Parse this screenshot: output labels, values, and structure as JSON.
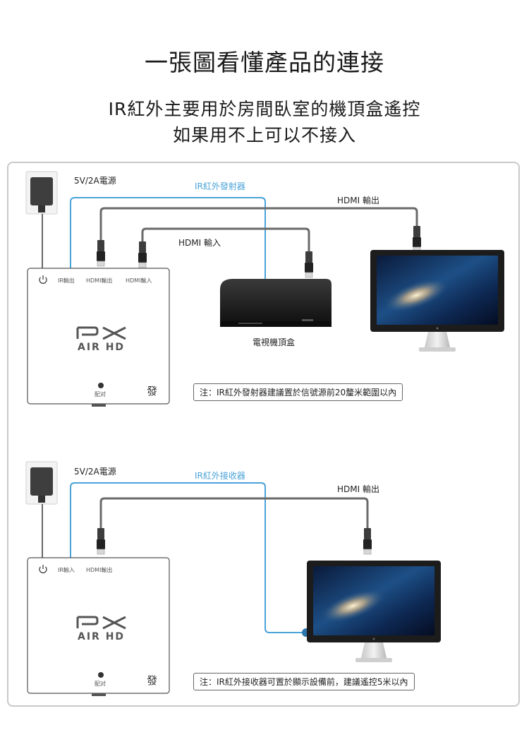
{
  "header": {
    "title": "一張圖看懂產品的連接",
    "subtitle_line1": "IR紅外主要用於房間臥室的機頂盒遙控",
    "subtitle_line2": "如果用不上可以不接入"
  },
  "transmitter": {
    "power_label": "5V/2A電源",
    "ir_label": "IR紅外發射器",
    "hdmi_out_label": "HDMI 輸出",
    "hdmi_in_label": "HDMI 輸入",
    "ports": [
      "IR輸出",
      "HDMI輸出",
      "HDMI輸入"
    ],
    "brand": "AIR HD",
    "pair_label": "配对",
    "unit_label": "發",
    "settop_label": "電視機頂盒",
    "note": "注：IR紅外發射器建議置於信號源前20釐米範圍以內"
  },
  "receiver": {
    "power_label": "5V/2A電源",
    "ir_label": "IR紅外接收器",
    "hdmi_out_label": "HDMI 輸出",
    "ports": [
      "IR輸入",
      "HDMI輸出"
    ],
    "brand": "AIR HD",
    "pair_label": "配对",
    "unit_label": "發",
    "note": "注：IR紅外接收器可置於顯示設備前，建議遙控5米以內"
  },
  "colors": {
    "ir_cable": "#4aa3d8",
    "hdmi_cable": "#6a6a6a",
    "device_body": "#ffffff",
    "monitor_frame": "#1c1c1c"
  },
  "icons": [
    "power-adapter-icon",
    "power-button-icon",
    "hdmi-plug-icon",
    "set-top-box-icon",
    "monitor-icon",
    "px-logo-icon"
  ]
}
